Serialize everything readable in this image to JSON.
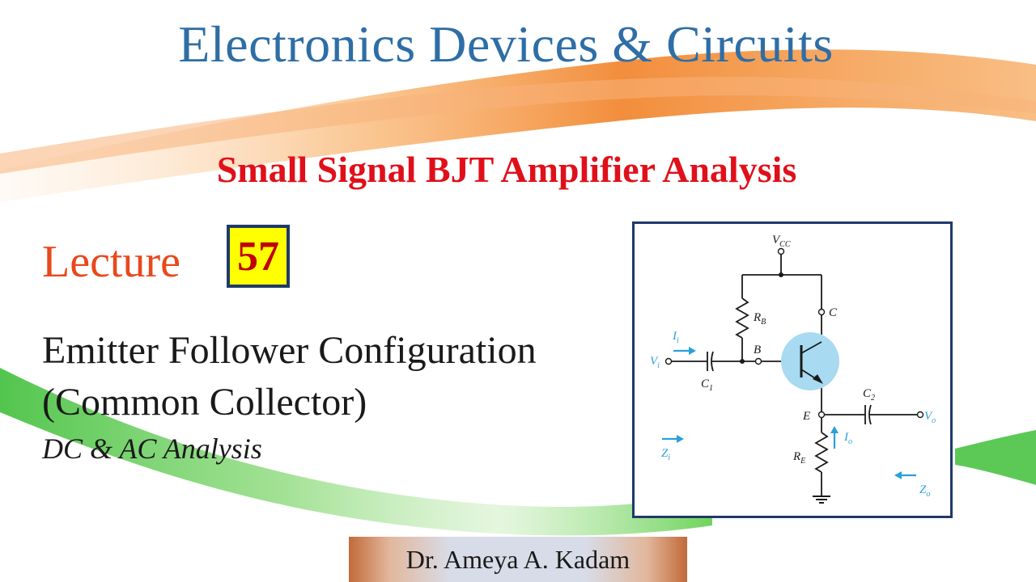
{
  "slide": {
    "course_title": "Electronics Devices & Circuits",
    "topic_title": "Small Signal BJT Amplifier Analysis",
    "lecture_label": "Lecture",
    "lecture_number": "57",
    "subtopic_line1": "Emitter Follower Configuration",
    "subtopic_line2": "(Common Collector)",
    "analysis_note": "DC & AC Analysis",
    "author": "Dr. Ameya A. Kadam"
  },
  "circuit": {
    "vcc": {
      "main": "V",
      "sub": "CC"
    },
    "rb": {
      "main": "R",
      "sub": "B"
    },
    "re": {
      "main": "R",
      "sub": "E"
    },
    "c1": {
      "main": "C",
      "sub": "1"
    },
    "c2": {
      "main": "C",
      "sub": "2"
    },
    "ii": {
      "main": "I",
      "sub": "i"
    },
    "vi": {
      "main": "V",
      "sub": "i"
    },
    "io": {
      "main": "I",
      "sub": "o"
    },
    "vo": {
      "main": "V",
      "sub": "o"
    },
    "zi": {
      "main": "Z",
      "sub": "i"
    },
    "zo": {
      "main": "Z",
      "sub": "o"
    },
    "node_b": "B",
    "node_c": "C",
    "node_e": "E"
  },
  "colors": {
    "course_title": "#2e6ea6",
    "topic_title": "#e0101a",
    "lecture_label": "#e8481c",
    "lecture_box_fill": "#ffff00",
    "lecture_number": "#c00000",
    "frame_border": "#1f3a68",
    "circuit_accent": "#2aa0d8"
  }
}
